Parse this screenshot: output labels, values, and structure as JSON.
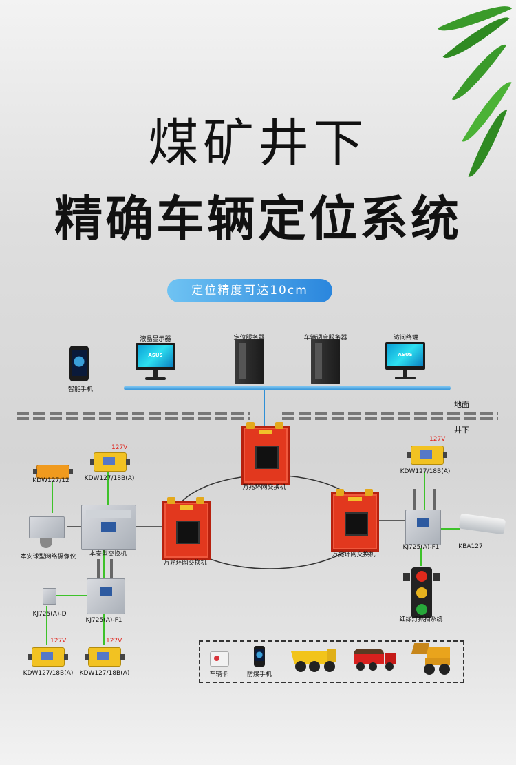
{
  "title": {
    "line1": "煤矿井下",
    "line2": "精确车辆定位系统"
  },
  "badge": "定位精度可达10cm",
  "phone_label": "智能手机",
  "surface_devices": [
    {
      "label": "液晶显示器",
      "screen_text": "ASUS"
    },
    {
      "label": "定位服务器"
    },
    {
      "label": "车辆调度服务器"
    },
    {
      "label": "访问终端",
      "screen_text": "ASUS"
    }
  ],
  "zones": {
    "surface": "地面",
    "underground": "井下"
  },
  "ring_switches": [
    "万兆环网交换机",
    "万兆环网交换机",
    "万兆环网交换机"
  ],
  "left_devices": {
    "kdw_top_left": "KDW127/12",
    "kdw_top_mid": "KDW127/18B(A)",
    "voltage": "127V",
    "camera": "本安球型网络摄像仪",
    "local_switch": "本安型交换机",
    "kj725d": "KJ725(A)-D",
    "kj725f1": "KJ725(A)-F1",
    "kdw_bottom_1": "KDW127/18B(A)",
    "kdw_bottom_2": "KDW127/18B(A)"
  },
  "right_devices": {
    "kdw": "KDW127/18B(A)",
    "voltage": "127V",
    "kj725f1": "KJ725(A)-F1",
    "kba": "KBA127",
    "traffic_light": "红绿灯抓拍系统"
  },
  "legend": [
    {
      "label": "车辆卡",
      "icon": "vehicle-card-icon"
    },
    {
      "label": "防爆手机",
      "icon": "explosion-proof-phone-icon"
    },
    {
      "label": "",
      "icon": "mining-dump-truck-icon"
    },
    {
      "label": "",
      "icon": "red-dump-truck-icon"
    },
    {
      "label": "",
      "icon": "loader-icon"
    }
  ],
  "colors": {
    "bus": "#2e8fd6",
    "switch": "#e2381e",
    "link": "#3ec22a",
    "badge": "#2a86dd"
  }
}
